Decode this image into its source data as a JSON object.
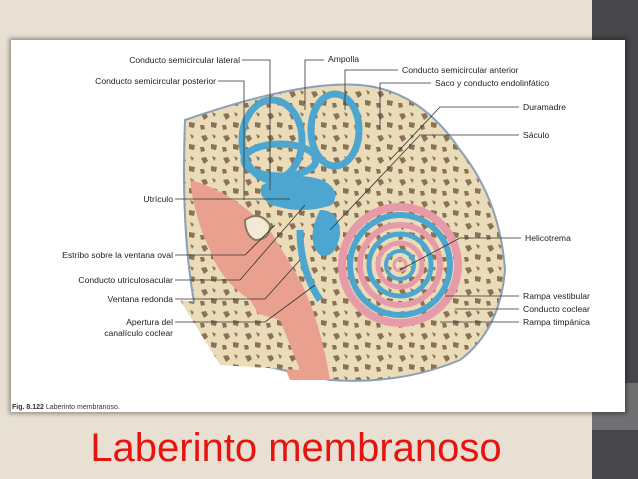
{
  "slide": {
    "title": "Laberinto membranoso",
    "caption_number": "Fig. 8.122",
    "caption_text": "Laberinto membranoso."
  },
  "labels_left": {
    "lateral": "Conducto semicircular lateral",
    "posterior": "Conducto semicircular posterior",
    "utriculo": "Utrículo",
    "estribo": "Estribo sobre la ventana oval",
    "utriculosacular": "Conducto utriculosacular",
    "ventana": "Ventana redonda",
    "apertura1": "Apertura del",
    "apertura2": "canalículo coclear"
  },
  "labels_right": {
    "ampolla": "Ampolla",
    "anterior": "Conducto semicircular anterior",
    "saco": "Saco y conducto endolinfático",
    "duramadre": "Duramadre",
    "saculo": "Sáculo",
    "helicotrema": "Helicotrema",
    "vestibular": "Rampa vestibular",
    "coclear": "Conducto coclear",
    "timpanica": "Rampa timpánica"
  },
  "colors": {
    "title": "#e8130f",
    "endolymph": "#4da6cf",
    "perilymph": "#e79aa8",
    "bone": "#eadcb8"
  }
}
